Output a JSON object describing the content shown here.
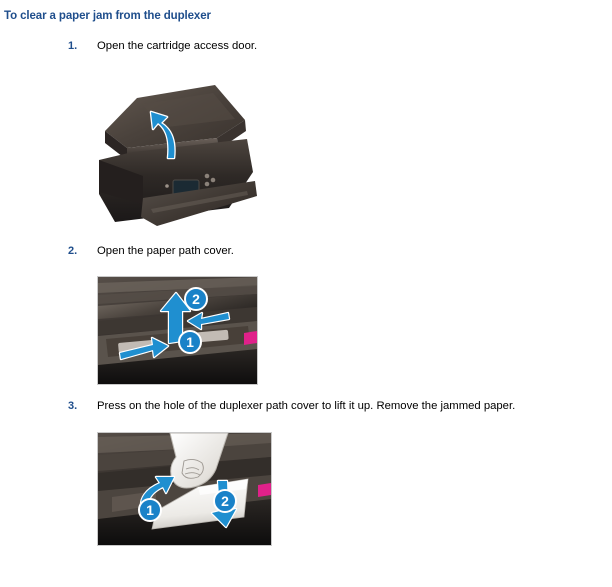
{
  "document": {
    "heading": "To clear a paper jam from the duplexer",
    "heading_color": "#1f4e8c",
    "background_color": "#ffffff",
    "accent_blue": "#1f8fd0",
    "badge_blue": "#1a82c8",
    "cartridge_magenta": "#e0218a"
  },
  "steps": [
    {
      "number": "1.",
      "text": "Open the cartridge access door.",
      "figure": {
        "name": "printer-open-cartridge-door",
        "alt": "Printer with the cartridge access door opened and a blue curved arrow pointing up",
        "callouts": []
      }
    },
    {
      "number": "2.",
      "text": "Open the paper path cover.",
      "figure": {
        "name": "paper-path-cover",
        "alt": "Close-up of paper path cover with blue arrows and numbered callouts",
        "callouts": [
          "1",
          "2"
        ]
      }
    },
    {
      "number": "3.",
      "text": "Press on the hole of the duplexer path cover to lift it up. Remove the jammed paper.",
      "figure": {
        "name": "duplexer-path-cover",
        "alt": "Finger pressing the duplexer path cover hole while pulling jammed paper out",
        "callouts": [
          "1",
          "2"
        ]
      }
    }
  ]
}
